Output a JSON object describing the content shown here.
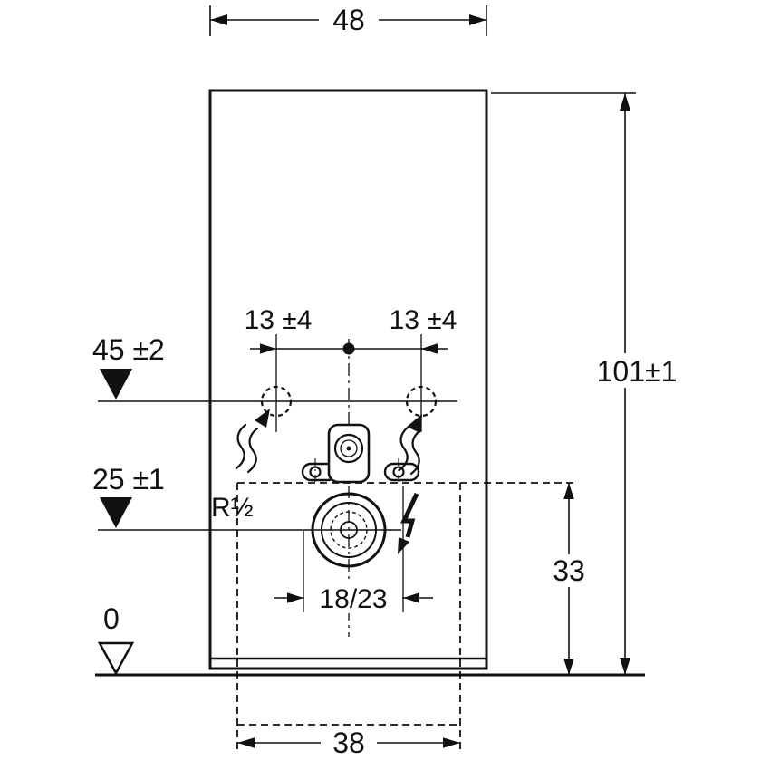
{
  "drawing": {
    "type": "technical-installation-drawing",
    "colors": {
      "line": "#111111",
      "background": "#ffffff"
    },
    "dims": {
      "top_width": "48",
      "total_height": "101±1",
      "supply_height": "45 ±2",
      "outlet_height": "25 ±1",
      "floor_level": "0",
      "left_offset": "13 ±4",
      "right_offset": "13 ±4",
      "water_thread": "R½",
      "outlet_offset": "18/23",
      "base_height": "33",
      "base_width": "38"
    },
    "symbols": {
      "power_connection": "lightning-bolt-icon",
      "water_supply_left": "dashed-circle-connection",
      "water_supply_right": "dashed-circle-connection",
      "flexible_hose_left": "wavy-arrow-icon",
      "flexible_hose_right": "wavy-arrow-icon",
      "drain_connection": "concentric-circles",
      "flush_connection": "rounded-fixture"
    }
  }
}
